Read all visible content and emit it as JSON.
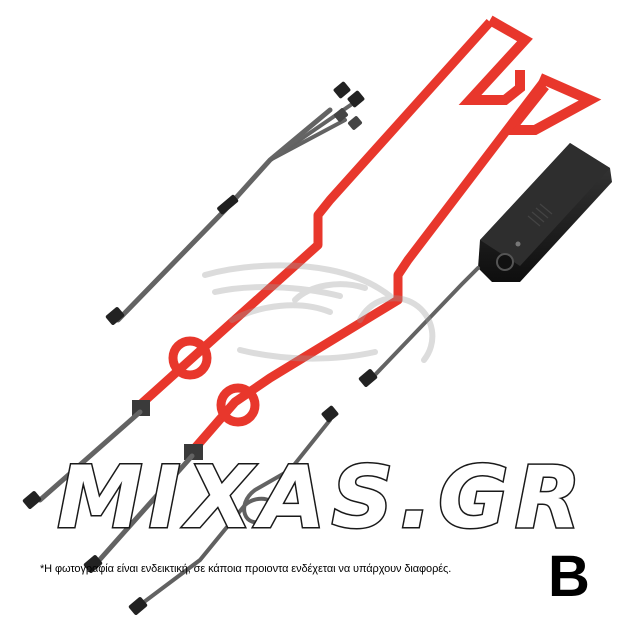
{
  "watermark": {
    "text": "MIXAS.GR"
  },
  "disclaimer": "*Η φωτογραφία είναι ενδεικτική, σε κάποια προιοντα ενδέχεται να υπάρχουν διαφορές.",
  "variant_label": "B",
  "colors": {
    "el_wire": "#e8372c",
    "el_wire_shade": "#c92a20",
    "cable": "#3a3a3a",
    "cable_light": "#8c8c8c",
    "controller": "#1b1b1b",
    "connector": "#2a2a2a",
    "watermark_fill": "#ffffff",
    "watermark_stroke": "#1a1a1a"
  }
}
